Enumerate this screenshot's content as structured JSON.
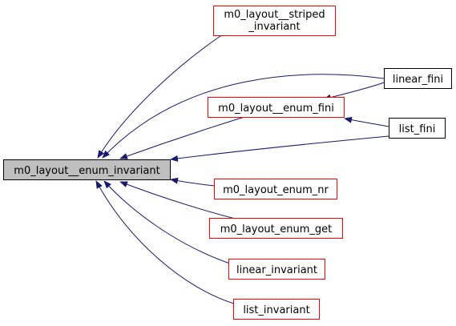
{
  "colors": {
    "edge": "#191970",
    "root_fill": "#bfbfbf",
    "caller_border": "#ff0000",
    "leaf_border": "#000000"
  },
  "nodes": {
    "root": "m0_layout__enum_invariant",
    "striped_line1": "m0_layout__striped",
    "striped_line2": "_invariant",
    "enum_fini": "m0_layout__enum_fini",
    "enum_nr": "m0_layout_enum_nr",
    "enum_get": "m0_layout_enum_get",
    "linear_invariant": "linear_invariant",
    "list_invariant": "list_invariant",
    "linear_fini": "linear_fini",
    "list_fini": "list_fini"
  }
}
